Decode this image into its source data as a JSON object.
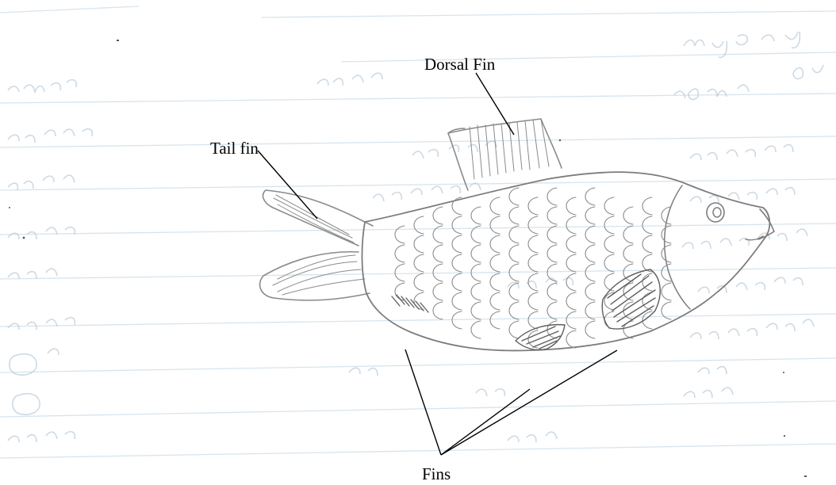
{
  "labels": {
    "dorsal_fin": "Dorsal Fin",
    "tail_fin": "Tail fin",
    "fins": "Fins"
  },
  "colors": {
    "pencil": "#8a8a8a",
    "pencil_dark": "#5e5e5e",
    "notebook_rule": "#c9dbe8",
    "notebook_ink": "#b9cad8",
    "leader_line": "#000000"
  }
}
